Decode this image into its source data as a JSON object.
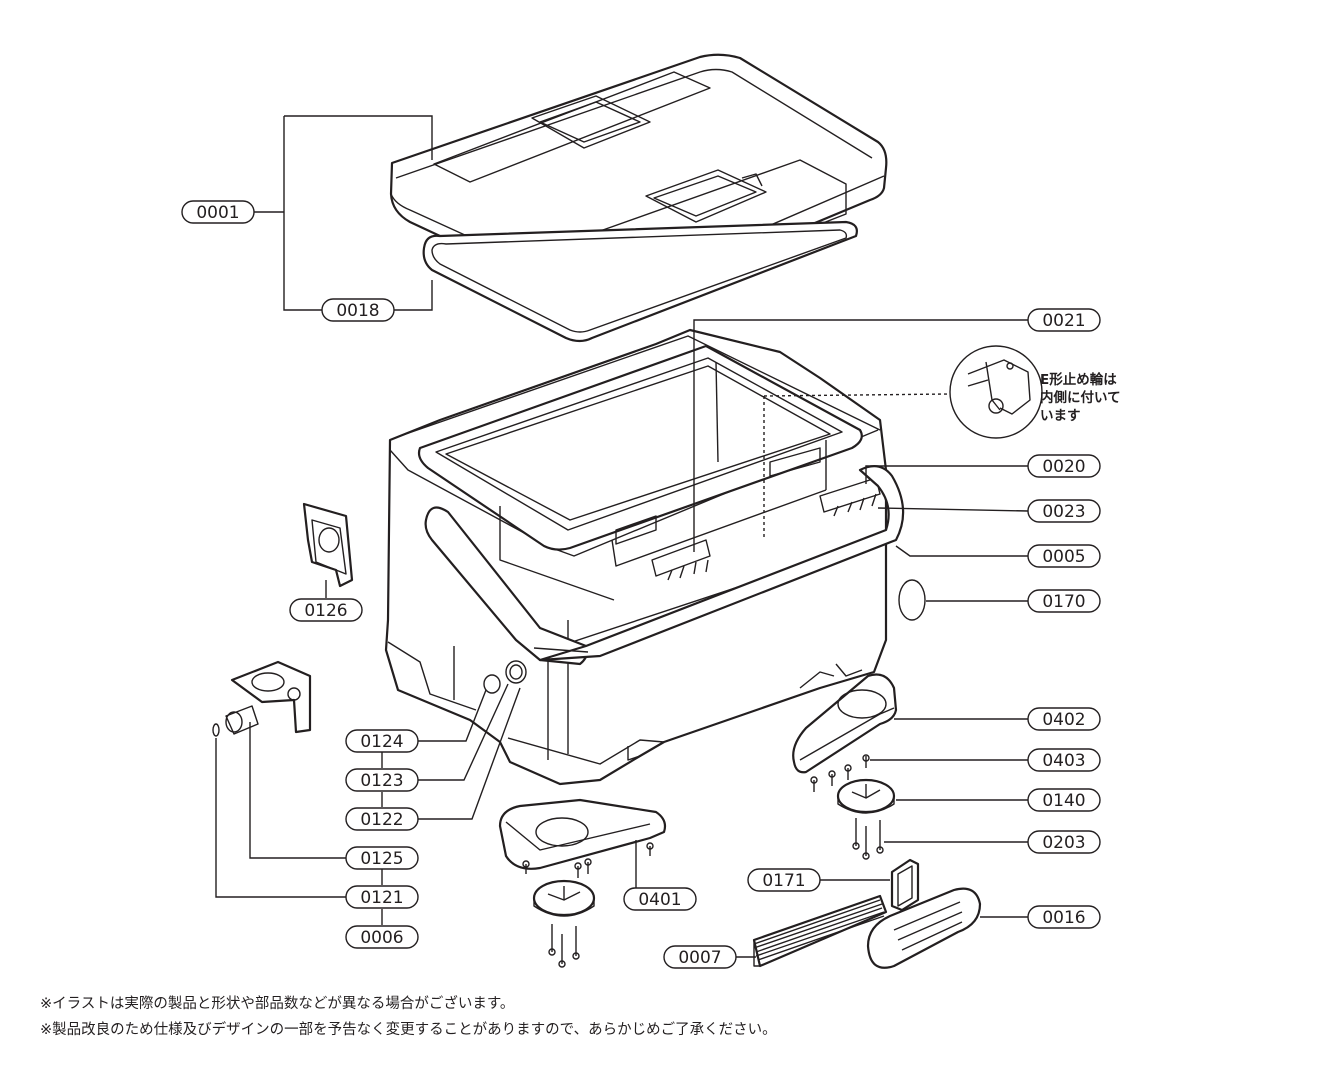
{
  "labels": {
    "l0001": "0001",
    "l0018": "0018",
    "l0021": "0021",
    "l0020": "0020",
    "l0023": "0023",
    "l0005": "0005",
    "l0170": "0170",
    "l0126": "0126",
    "l0402": "0402",
    "l0403": "0403",
    "l0140": "0140",
    "l0203": "0203",
    "l0124": "0124",
    "l0123": "0123",
    "l0122": "0122",
    "l0125": "0125",
    "l0121": "0121",
    "l0006": "0006",
    "l0401": "0401",
    "l0171": "0171",
    "l0016": "0016",
    "l0007": "0007"
  },
  "callout": {
    "line1": "E形止め輪は",
    "line2": "内側に付いて",
    "line3": "います"
  },
  "footnotes": {
    "note1": "※イラストは実際の製品と形状や部品数などが異なる場合がございます。",
    "note2": "※製品改良のため仕様及びデザインの一部を予告なく変更することがありますので、あらかじめご了承ください。"
  },
  "colors": {
    "line": "#231f20",
    "background": "#ffffff"
  }
}
